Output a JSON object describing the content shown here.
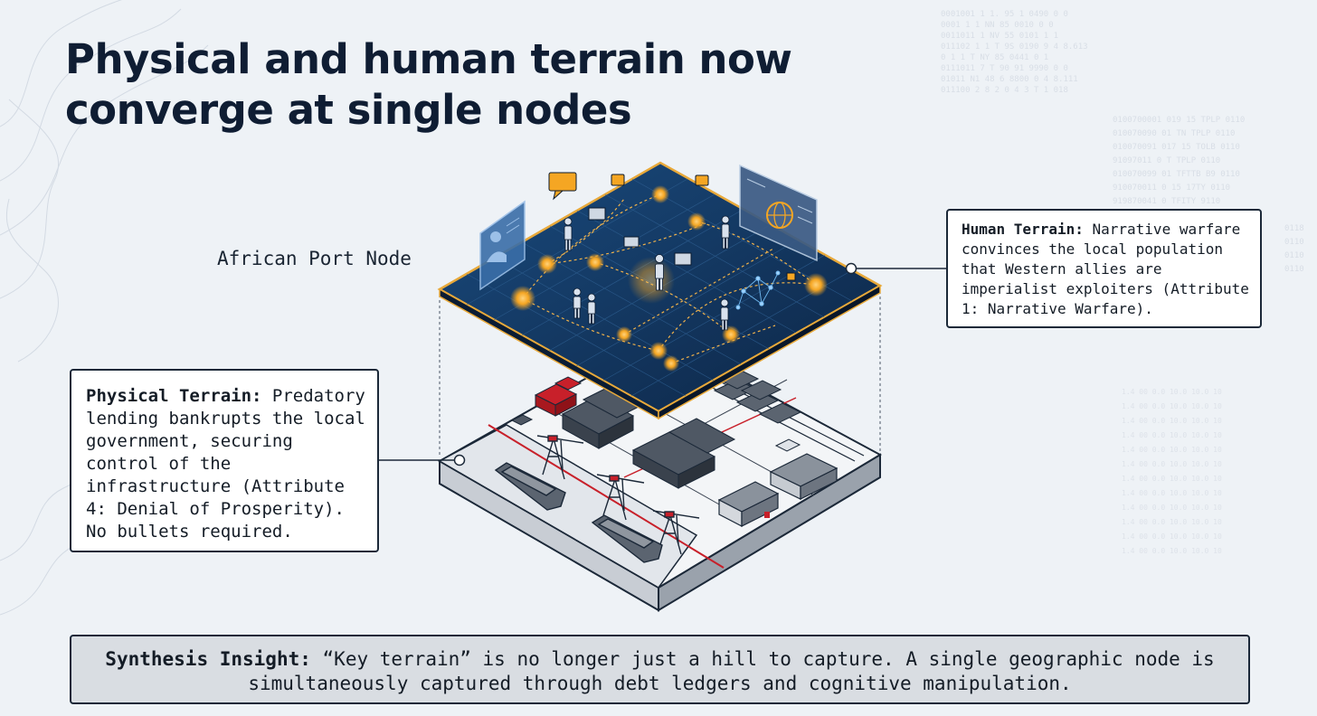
{
  "title": "Physical and human terrain now converge at single nodes",
  "node_label": "African Port Node",
  "human_terrain": {
    "lead": "Human Terrain:",
    "body": "Narrative warfare convinces the local population that Western allies are imperialist exploiters (Attribute 1: Narrative Warfare)."
  },
  "physical_terrain": {
    "lead": "Physical Terrain:",
    "body": "Predatory lending bankrupts the local government, securing control of the infrastructure (Attribute 4: Denial of Prosperity). No bullets required."
  },
  "synthesis": {
    "lead": "Synthesis Insight:",
    "body": "“Key terrain” is no longer just a hill to capture. A single geographic node is simultaneously captured through debt ledgers and cognitive manipulation."
  },
  "colors": {
    "background": "#eef2f6",
    "title": "#0f1d33",
    "network_plane": "#12345e",
    "plane_edge": "#e8a93a",
    "glow_node": "#f5a623",
    "container_red": "#c8202a",
    "callout_border": "#1b2838",
    "synthesis_fill": "#d9dde2"
  },
  "icons": [
    "person-icon",
    "speech-bubble-icon",
    "profile-panel-icon",
    "globe-panel-icon",
    "network-graph-icon",
    "crane-icon",
    "ship-icon",
    "warehouse-icon",
    "container-stack-icon",
    "railway-icon"
  ]
}
